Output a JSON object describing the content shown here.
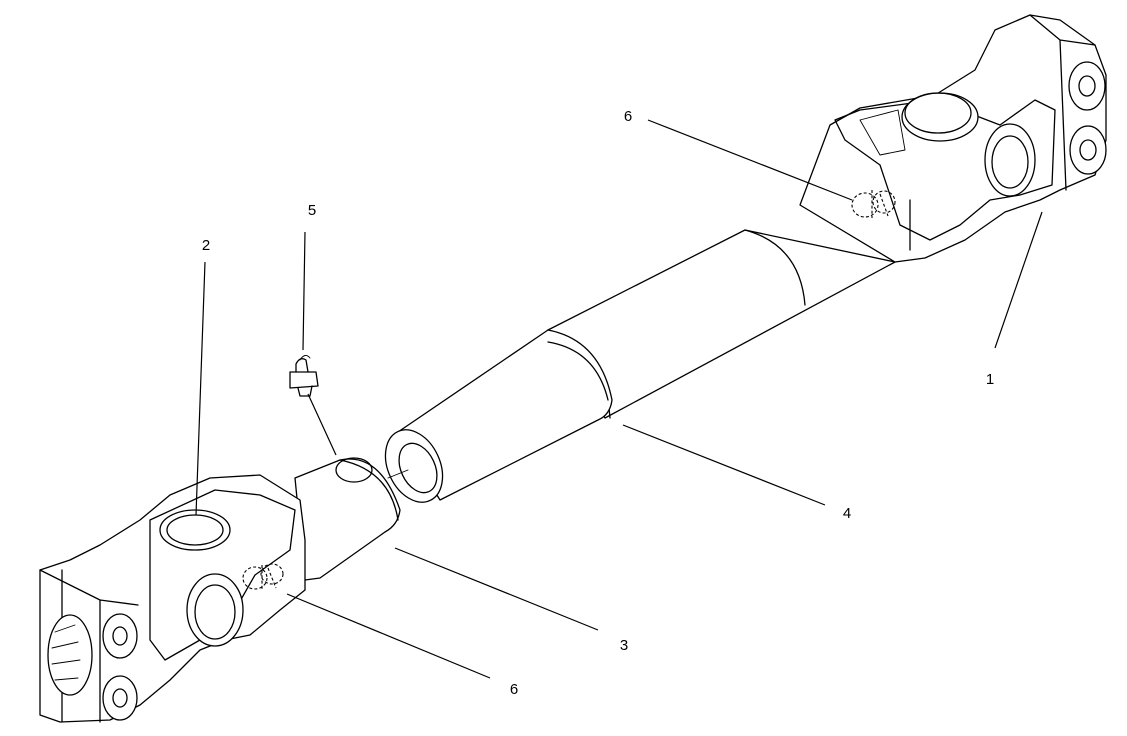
{
  "callouts": [
    {
      "id": "c1",
      "label": "1"
    },
    {
      "id": "c2",
      "label": "2"
    },
    {
      "id": "c3",
      "label": "3"
    },
    {
      "id": "c4",
      "label": "4"
    },
    {
      "id": "c5",
      "label": "5"
    },
    {
      "id": "c6a",
      "label": "6"
    },
    {
      "id": "c6b",
      "label": "6"
    }
  ],
  "colors": {
    "line": "#000000",
    "background": "#ffffff"
  }
}
